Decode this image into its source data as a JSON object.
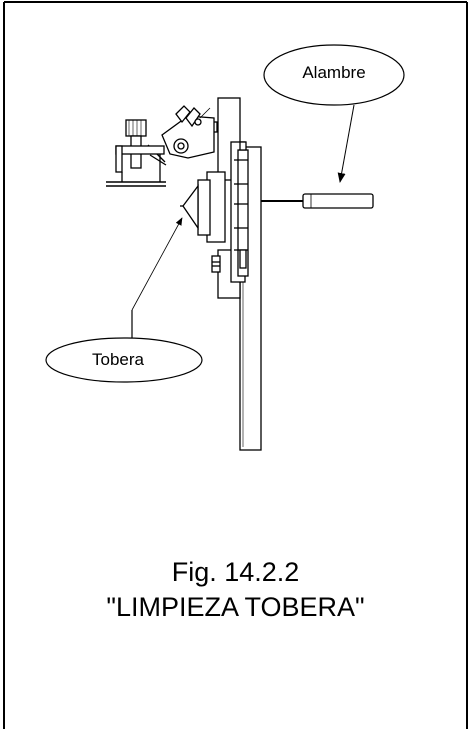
{
  "labels": {
    "wire": "Alambre",
    "nozzle": "Tobera"
  },
  "caption": {
    "figure_number": "Fig. 14.2.2",
    "figure_title": "\"LIMPIEZA TOBERA\""
  },
  "colors": {
    "line": "#000000",
    "background": "#ffffff"
  }
}
